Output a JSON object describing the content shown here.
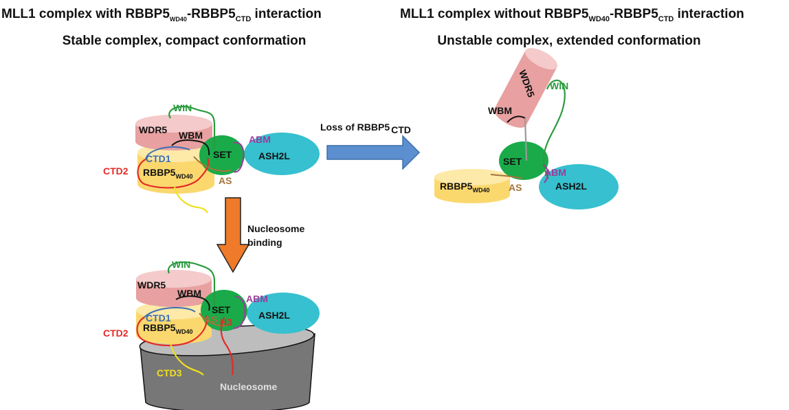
{
  "titles": {
    "left_prefix": "MLL1 complex with RBBP5",
    "left_sub1": "WD40",
    "left_mid": "-RBBP5",
    "left_sub2": "CTD",
    "left_suffix": " interaction",
    "left_subtitle": "Stable complex, compact conformation",
    "right_prefix": "MLL1 complex without RBBP5",
    "right_sub1": "WD40",
    "right_mid": "-RBBP5",
    "right_sub2": "CTD",
    "right_suffix": " interaction",
    "right_subtitle": "Unstable complex, extended conformation"
  },
  "arrows": {
    "horizontal_main": "Loss of RBBP5",
    "horizontal_sub": "CTD",
    "vertical_line1": "Nucleosome",
    "vertical_line2": "binding"
  },
  "labels": {
    "win": "WIN",
    "wdr5": "WDR5",
    "wbm": "WBM",
    "set": "SET",
    "abm": "ABM",
    "ash2l": "ASH2L",
    "ctd1": "CTD1",
    "ctd2": "CTD2",
    "ctd3": "CTD3",
    "rbbp5": "RBBP5",
    "rbbp5_sub": "WD40",
    "as": "AS",
    "h3": "H3",
    "nucleosome": "Nucleosome"
  },
  "colors": {
    "wdr5": "#e8a0a0",
    "wdr5_top": "#f4caca",
    "rbbp5": "#fbd86e",
    "rbbp5_top": "#fde9a8",
    "set": "#1aaa4a",
    "ash2l": "#37c0cf",
    "win": "#2a9b3e",
    "ctd1": "#3b6fb5",
    "ctd2": "#e32b27",
    "ctd3": "#f0e020",
    "abm": "#9a3c9c",
    "as": "#a5743a",
    "arrow_blue": "#5b8fcf",
    "arrow_orange": "#ee7a2a",
    "nucleosome": "#777777"
  }
}
